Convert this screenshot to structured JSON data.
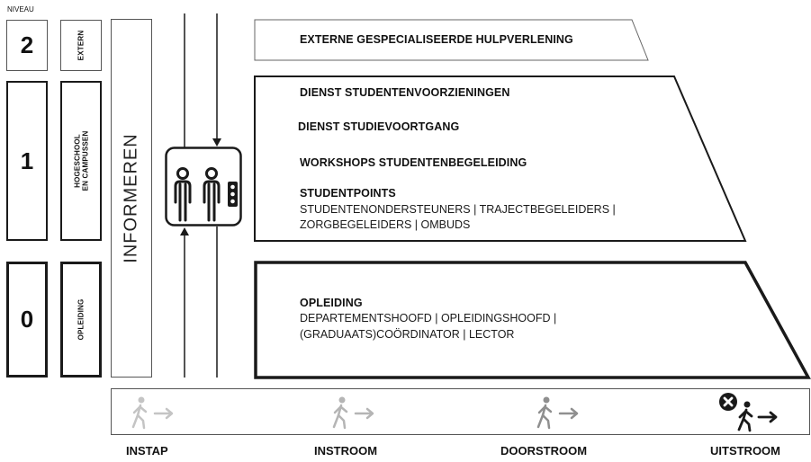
{
  "niveau_label": "NIVEAU",
  "levels": [
    {
      "number": "2",
      "label": "EXTERN"
    },
    {
      "number": "1",
      "label_line1": "HOGESCHOOL",
      "label_line2": "EN CAMPUSSEN"
    },
    {
      "number": "0",
      "label": "OPLEIDING"
    }
  ],
  "informeren": "INFORMEREN",
  "blocks": {
    "extern": {
      "title": "EXTERNE GESPECIALISEERDE HULPVERLENING"
    },
    "hogeschool": {
      "item1": "DIENST STUDENTENVOORZIENINGEN",
      "item2": "DIENST STUDIEVOORTGANG",
      "item3": "WORKSHOPS STUDENTENBEGELEIDING",
      "item4_title": "STUDENTPOINTS",
      "item4_line1": "STUDENTENONDERSTEUNERS | TRAJECTBEGELEIDERS |",
      "item4_line2": "ZORGBEGELEIDERS | OMBUDS"
    },
    "opleiding": {
      "title": "OPLEIDING",
      "line1": "DEPARTEMENTSHOOFD | OPLEIDINGSHOOFD |",
      "line2": "(GRADUAATS)COÖRDINATOR | LECTOR"
    }
  },
  "stages": [
    "INSTAP",
    "INSTROOM",
    "DOORSTROOM",
    "UITSTROOM"
  ],
  "colors": {
    "line": "#1a1a1a",
    "faded_icon": "#bdbdbd",
    "mid_icon": "#9a9a9a"
  }
}
